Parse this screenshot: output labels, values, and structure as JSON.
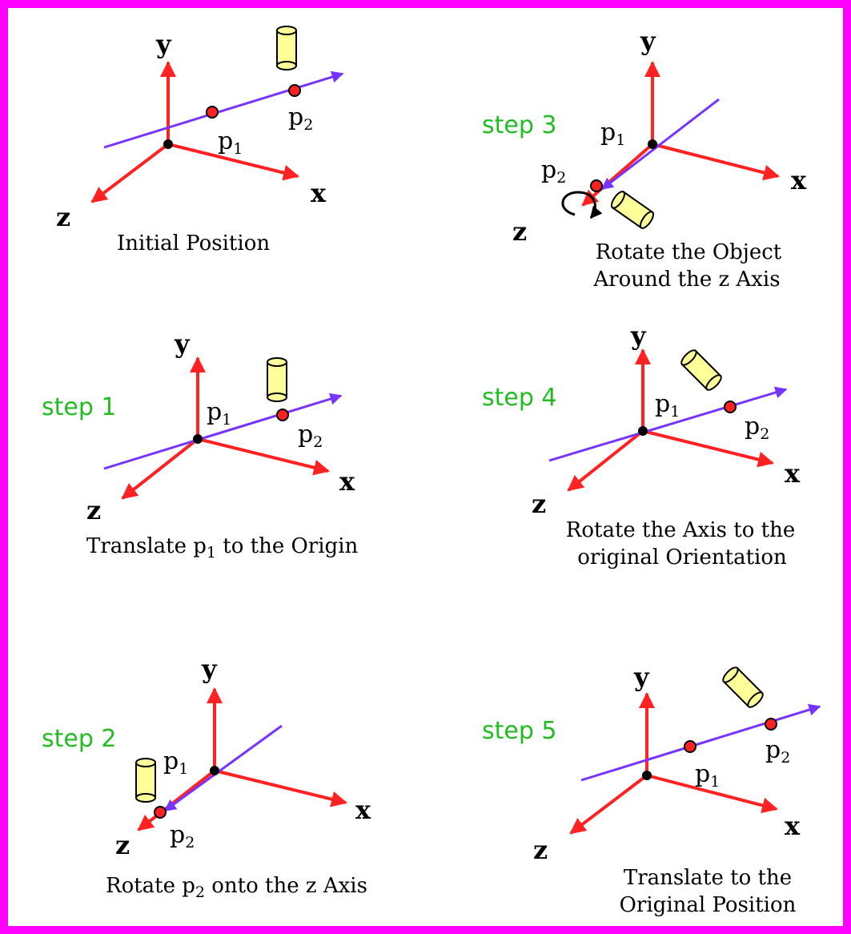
{
  "colors": {
    "border": "#ff00ff",
    "axis": "#ff2222",
    "rotation_axis": "#7733ff",
    "point": "#ff2222",
    "cylinder": "#ffff99",
    "step_label": "#22bb22"
  },
  "axes": {
    "x": "x",
    "y": "y",
    "z": "z"
  },
  "points": {
    "p1": "p",
    "p1_sub": "1",
    "p2": "p",
    "p2_sub": "2"
  },
  "panels": {
    "initial": {
      "caption": "Initial Position"
    },
    "step1": {
      "step": "step 1",
      "caption_a": "Translate p",
      "caption_sub": "1",
      "caption_b": " to the Origin"
    },
    "step2": {
      "step": "step 2",
      "caption_a": "Rotate p",
      "caption_sub": "2",
      "caption_b": " onto the z Axis"
    },
    "step3": {
      "step": "step 3",
      "caption_line1": "Rotate the Object",
      "caption_line2": "Around  the z Axis"
    },
    "step4": {
      "step": "step 4",
      "caption_line1": "Rotate the Axis to the",
      "caption_line2": "original Orientation"
    },
    "step5": {
      "step": "step 5",
      "caption_line1": "Translate to the",
      "caption_line2": "Original Position"
    }
  }
}
